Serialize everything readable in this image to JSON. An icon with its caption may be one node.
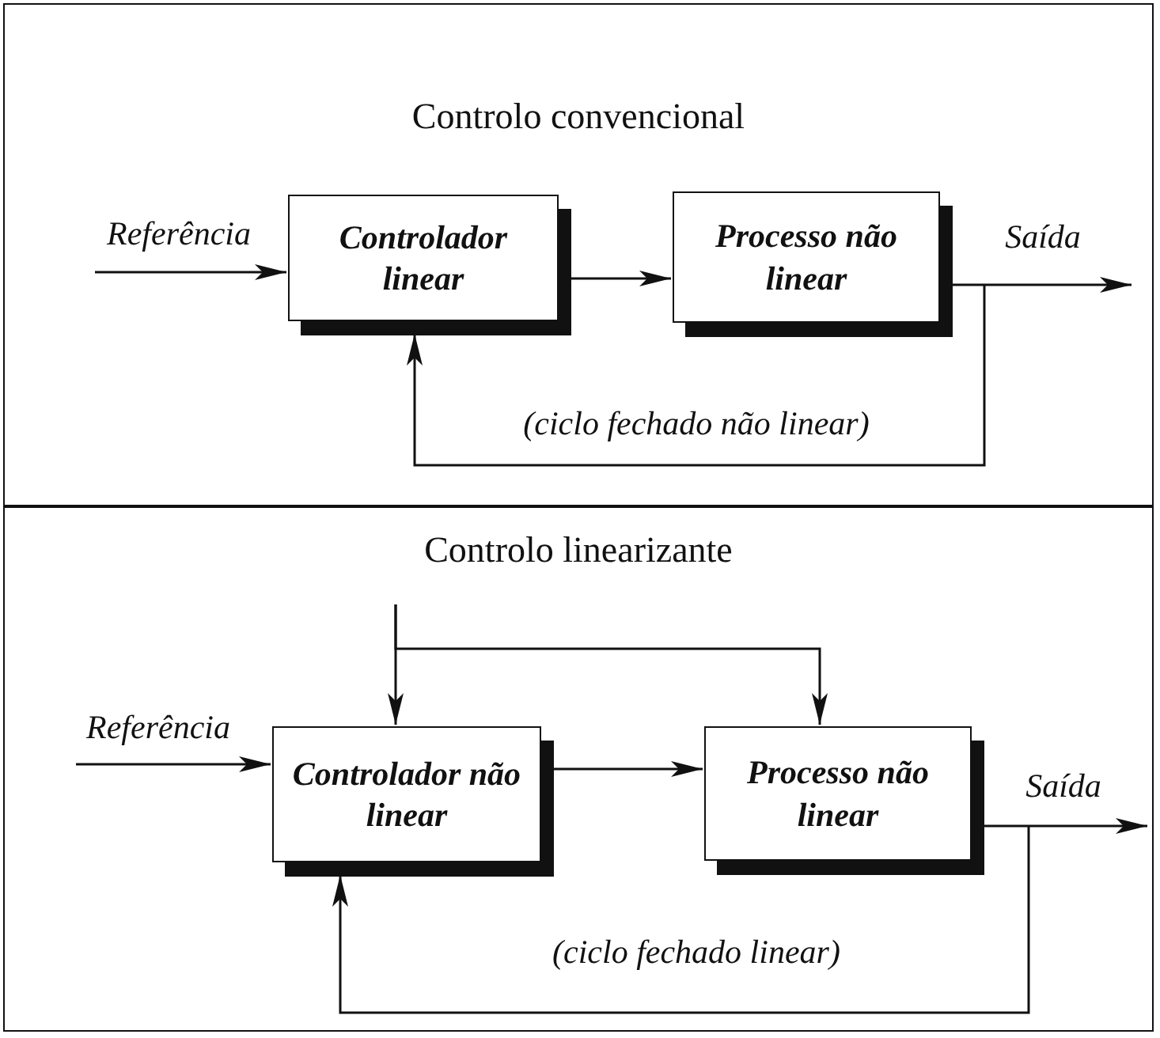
{
  "diagram": {
    "nodes": [
      {
        "text": [
          "Controlo convencional"
        ]
      },
      {
        "text": [
          "Controlador linear"
        ],
        "in": 0
      },
      {
        "text": [
          "Processo não linear"
        ],
        "in": 0
      },
      {
        "text": [
          "Controlo linearizante"
        ]
      },
      {
        "text": [
          "Controlador não linear"
        ],
        "in": 3
      },
      {
        "text": [
          "Processo não linear"
        ],
        "in": 3
      }
    ],
    "edges": [
      {
        "from": null,
        "to": 1,
        "arrow": "to",
        "label": "Referência"
      },
      {
        "from": 1,
        "to": 2,
        "arrow": "to"
      },
      {
        "from": 2,
        "to": null,
        "arrow": "to",
        "label": "Saída"
      },
      {
        "from": 2,
        "to": 1,
        "arrow": "to"
      },
      {
        "from": null,
        "to": 4,
        "arrow": "to"
      },
      {
        "from": null,
        "to": 5,
        "arrow": "to"
      },
      {
        "from": null,
        "to": 4,
        "arrow": "to",
        "label": "Referência"
      },
      {
        "from": 4,
        "to": 5,
        "arrow": "to"
      },
      {
        "from": 5,
        "to": null,
        "arrow": "to",
        "label": "Saída"
      },
      {
        "from": 5,
        "to": 4,
        "arrow": "to"
      }
    ],
    "labels": [
      "(ciclo fechado não linear)",
      "(ciclo fechado linear)"
    ]
  }
}
